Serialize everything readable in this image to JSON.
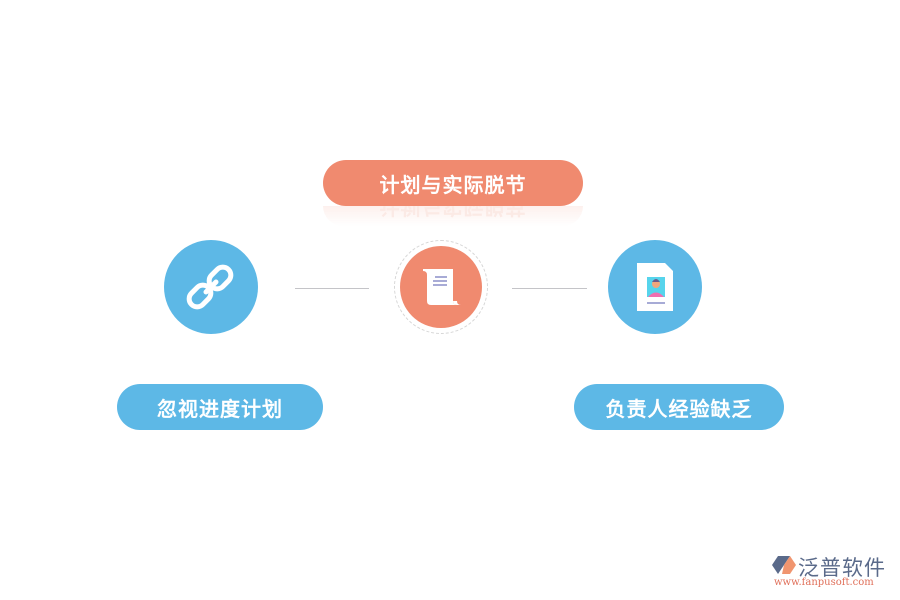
{
  "diagram": {
    "center": {
      "label": "计划与实际脱节",
      "icon": "scroll-document-icon",
      "color": "#f08a6f"
    },
    "left": {
      "label": "忽视进度计划",
      "icon": "chain-link-icon",
      "color": "#5db8e6"
    },
    "right": {
      "label": "负责人经验缺乏",
      "icon": "resume-profile-icon",
      "color": "#5db8e6"
    },
    "connector_color": "#c4c4c8"
  },
  "logo": {
    "name": "泛普软件",
    "url": "www.fanpusoft.com"
  }
}
